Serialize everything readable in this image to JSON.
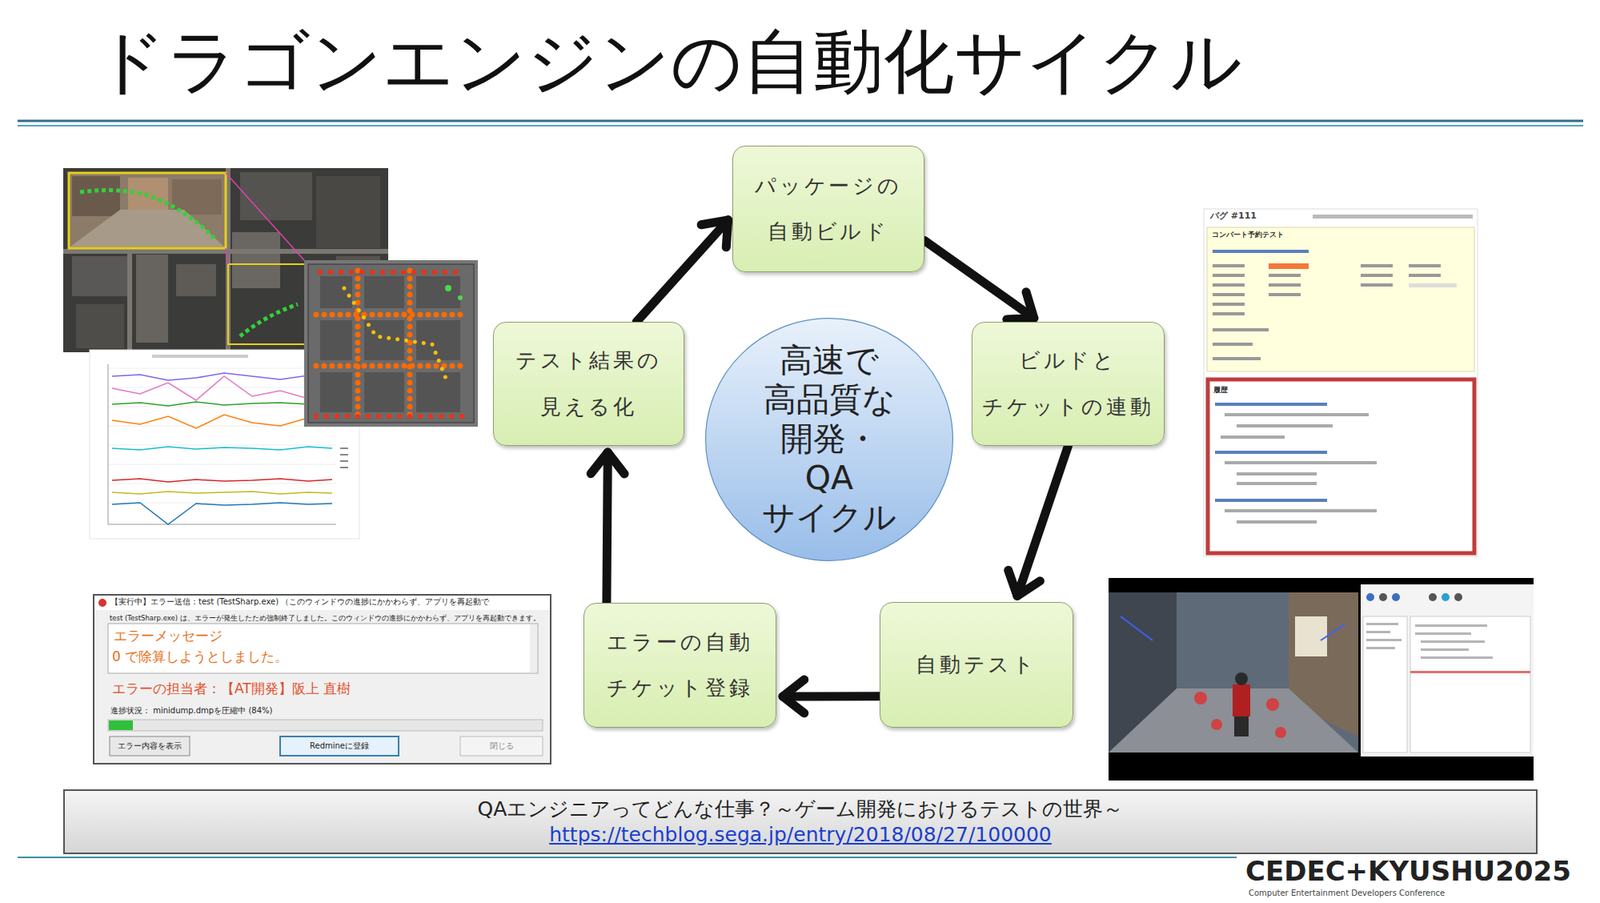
{
  "diagram": {
    "title": "ドラゴンエンジンの自動化サイクル",
    "nodes": [
      {
        "text": [
          "パッケージの 自動ビルド"
        ]
      },
      {
        "text": [
          "ビルドと チケットの連動"
        ]
      },
      {
        "text": [
          "自動テスト"
        ]
      },
      {
        "text": [
          "エラーの自動 チケット登録"
        ]
      },
      {
        "text": [
          "テスト結果の 見える化"
        ]
      },
      {
        "text": [
          "高速で 高品質な 開発・ QA サイクル"
        ]
      },
      {
        "text": [
          "QAエンジニアってどんな仕事？～ゲーム開発におけるテストの世界～",
          "https://techblog.sega.jp/entry/2018/08/27/100000"
        ]
      }
    ],
    "edges": [
      {
        "from": 0,
        "to": 1,
        "arrow": "to"
      },
      {
        "from": 1,
        "to": 2,
        "arrow": "to"
      },
      {
        "from": 2,
        "to": 3,
        "arrow": "to"
      },
      {
        "from": 3,
        "to": 4,
        "arrow": "to"
      },
      {
        "from": 4,
        "to": 0,
        "arrow": "to"
      }
    ],
    "labels": [
      "バグ #111",
      "コンバート予約テスト",
      "履歴",
      "【実行中】エラー送信：test (TestSharp.exe) （このウィンドウの進捗にかかわらず、アプリを再起動で",
      "test (TestSharp.exe) は、エラーが発生したため強制終了しました。このウィンドウの進捗にかかわらず、アプリを再起動できます。",
      "エラーメッセージ",
      "0 で除算しようとしました。",
      "エラーの担当者：【AT開発】阪上 直樹",
      "進捗状況： minidump.dmpを圧縮中 (84%)",
      "エラー内容を表示",
      "Redmineに登録",
      "閉じる",
      "CEDEC+KYUSHU2025",
      "Computer Entertainment Developers Conference"
    ]
  }
}
